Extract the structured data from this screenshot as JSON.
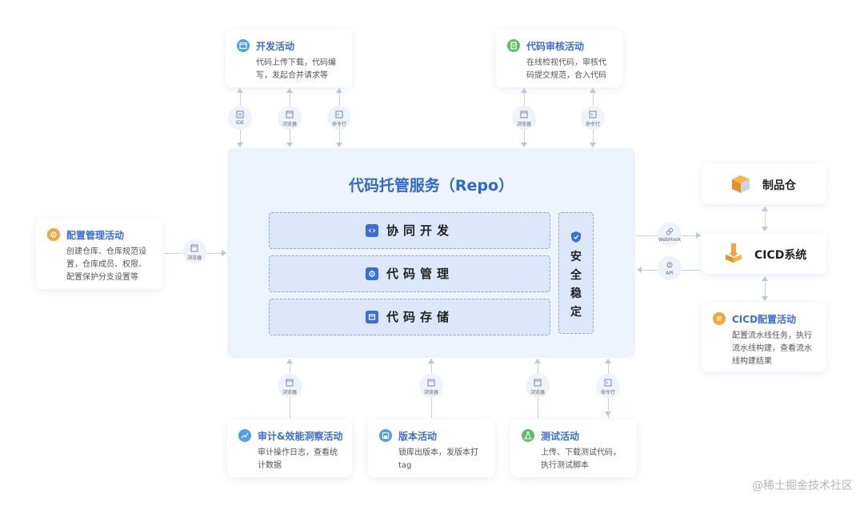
{
  "core": {
    "title": "代码托管服务（Repo）",
    "functions": [
      "协同开发",
      "代码管理",
      "代码存储"
    ],
    "safety": [
      "安",
      "全",
      "稳",
      "定"
    ]
  },
  "activities": {
    "dev": {
      "title": "开发活动",
      "desc": [
        "代码上传下载，代码编",
        "写，发起合并请求等"
      ]
    },
    "review": {
      "title": "代码审核活动",
      "desc": [
        "在线检视代码，审核代",
        "码提交规范，合入代码"
      ]
    },
    "config": {
      "title": "配置管理活动",
      "desc": [
        "创建仓库、仓库规范设",
        "置，仓库成员、权限、",
        "配置保护分支设置等"
      ]
    },
    "audit": {
      "title": "审计&效能洞察活动",
      "desc": [
        "审计操作日志，查看统",
        "计数据"
      ]
    },
    "version": {
      "title": "版本活动",
      "desc": [
        "锁库出版本，发版本打",
        "tag"
      ]
    },
    "test": {
      "title": "测试活动",
      "desc": [
        "上传、下载测试代码，",
        "执行测试脚本"
      ]
    },
    "cicd_config": {
      "title": "CICD配置活动",
      "desc": [
        "配置流水线任务，执行",
        "流水线构建，查看流水",
        "线构建结果"
      ]
    }
  },
  "systems": {
    "artifact": "制品仓",
    "cicd": "CICD系统"
  },
  "connectors": {
    "ide": "IDE",
    "browser": "浏览器",
    "cli": "命令行",
    "webhook": "WebHook",
    "api": "API"
  },
  "colors": {
    "accent": "#2f67d6",
    "panel_bg": "#eef4fd",
    "func_bg": "#dce7fb",
    "icon_blue": "#4f9fe8",
    "icon_green": "#5bbf6a",
    "icon_orange": "#f2a53a"
  },
  "icons": [
    "code-window-icon",
    "document-icon",
    "gear-icon",
    "chart-icon",
    "save-icon",
    "flask-icon",
    "shield-icon",
    "box-icon",
    "link-icon",
    "api-icon"
  ],
  "watermark": "@稀土掘金技术社区"
}
